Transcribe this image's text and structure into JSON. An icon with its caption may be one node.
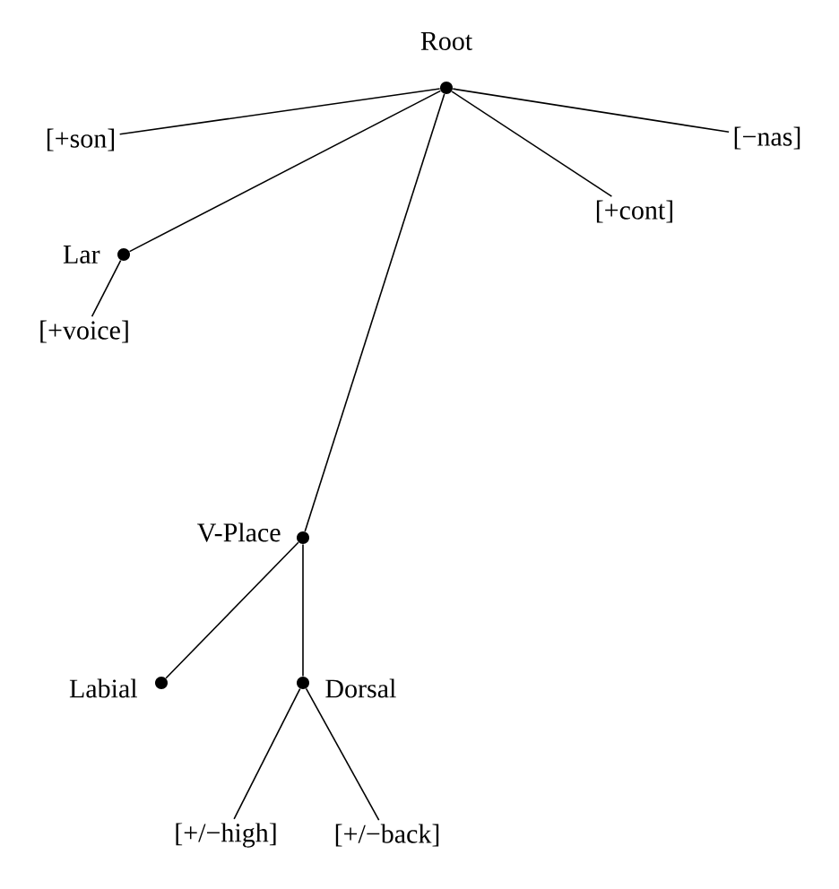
{
  "diagram": {
    "nodes": [
      {
        "text": [
          "Root"
        ]
      },
      {
        "text": [
          "[+son]"
        ]
      },
      {
        "text": [
          "[−nas]"
        ]
      },
      {
        "text": [
          "[+cont]"
        ]
      },
      {
        "text": [
          "Lar"
        ]
      },
      {
        "text": [
          "[+voice]"
        ]
      },
      {
        "text": [
          "V-Place"
        ]
      },
      {
        "text": [
          "Labial"
        ]
      },
      {
        "text": [
          "Dorsal"
        ]
      },
      {
        "text": [
          "[+/−high]"
        ]
      },
      {
        "text": [
          "[+/−back]"
        ]
      }
    ],
    "edges": [
      {
        "from": 0,
        "to": 1,
        "arrow": "none"
      },
      {
        "from": 0,
        "to": 2,
        "arrow": "none"
      },
      {
        "from": 0,
        "to": 3,
        "arrow": "none"
      },
      {
        "from": 0,
        "to": 4,
        "arrow": "none"
      },
      {
        "from": 0,
        "to": 6,
        "arrow": "none"
      },
      {
        "from": 4,
        "to": 5,
        "arrow": "none"
      },
      {
        "from": 6,
        "to": 7,
        "arrow": "none"
      },
      {
        "from": 6,
        "to": 8,
        "arrow": "none"
      },
      {
        "from": 8,
        "to": 9,
        "arrow": "none"
      },
      {
        "from": 8,
        "to": 10,
        "arrow": "none"
      }
    ]
  }
}
